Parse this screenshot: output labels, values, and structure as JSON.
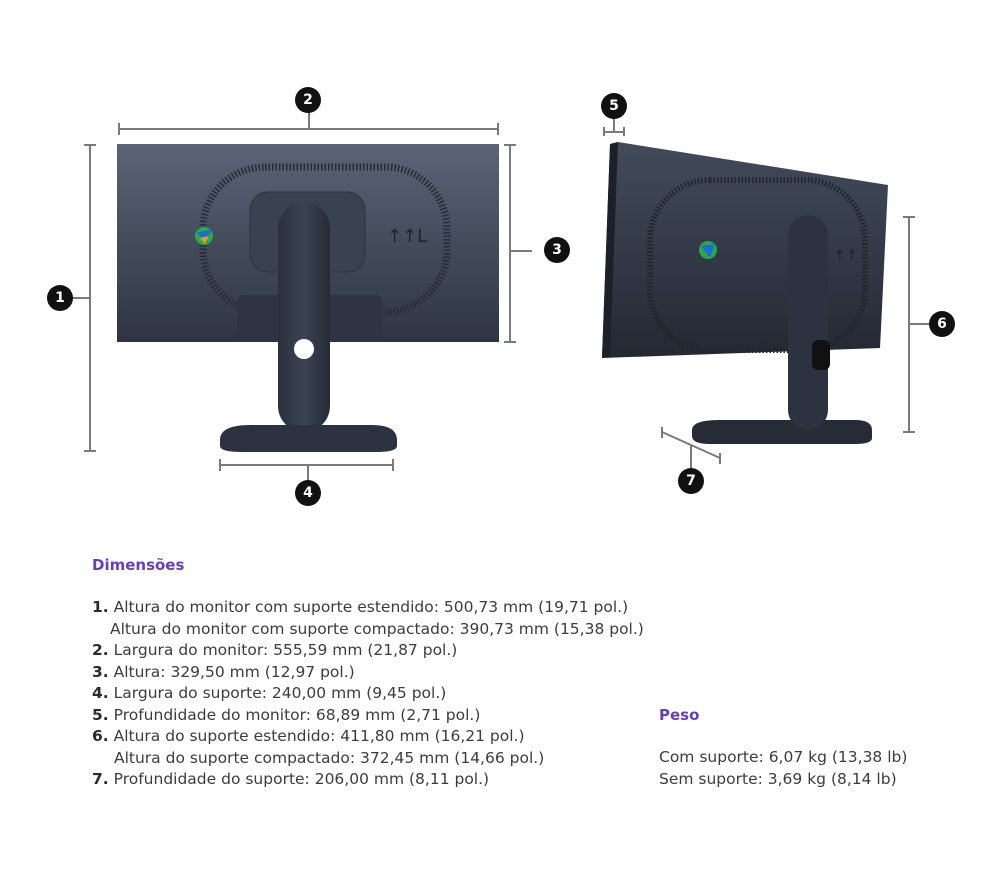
{
  "figure": {
    "front_view": {
      "badges": [
        "1",
        "2",
        "3",
        "4"
      ]
    },
    "side_view": {
      "badges": [
        "5",
        "6",
        "7"
      ]
    },
    "colors": {
      "monitor_body": "#3a4150",
      "badge": "#111111",
      "dim_line": "#7a7a7a",
      "heading_accent": "#6a3fb5"
    }
  },
  "dimensions": {
    "heading": "Dimensões",
    "items": [
      {
        "num": "1.",
        "text": "Altura do monitor com suporte estendido: 500,73 mm (19,71 pol.)"
      },
      {
        "num": "",
        "text": "Altura do monitor com suporte compactado: 390,73 mm (15,38 pol.)"
      },
      {
        "num": "2.",
        "text": "Largura do monitor: 555,59 mm (21,87 pol.)"
      },
      {
        "num": "3.",
        "text": "Altura: 329,50 mm (12,97 pol.)"
      },
      {
        "num": "4.",
        "text": "Largura do suporte: 240,00 mm (9,45 pol.)"
      },
      {
        "num": "5.",
        "text": "Profundidade do monitor: 68,89 mm (2,71 pol.)"
      },
      {
        "num": "6.",
        "text": "Altura do suporte estendido: 411,80 mm (16,21 pol.)"
      },
      {
        "num": "",
        "text": "Altura do suporte compactado: 372,45 mm (14,66 pol.)"
      },
      {
        "num": "7.",
        "text": "Profundidade do suporte: 206,00 mm (8,11 pol.)"
      }
    ]
  },
  "weight": {
    "heading": "Peso",
    "items": [
      "Com suporte: 6,07 kg (13,38 lb)",
      "Sem suporte: 3,69 kg (8,14 lb)"
    ]
  }
}
